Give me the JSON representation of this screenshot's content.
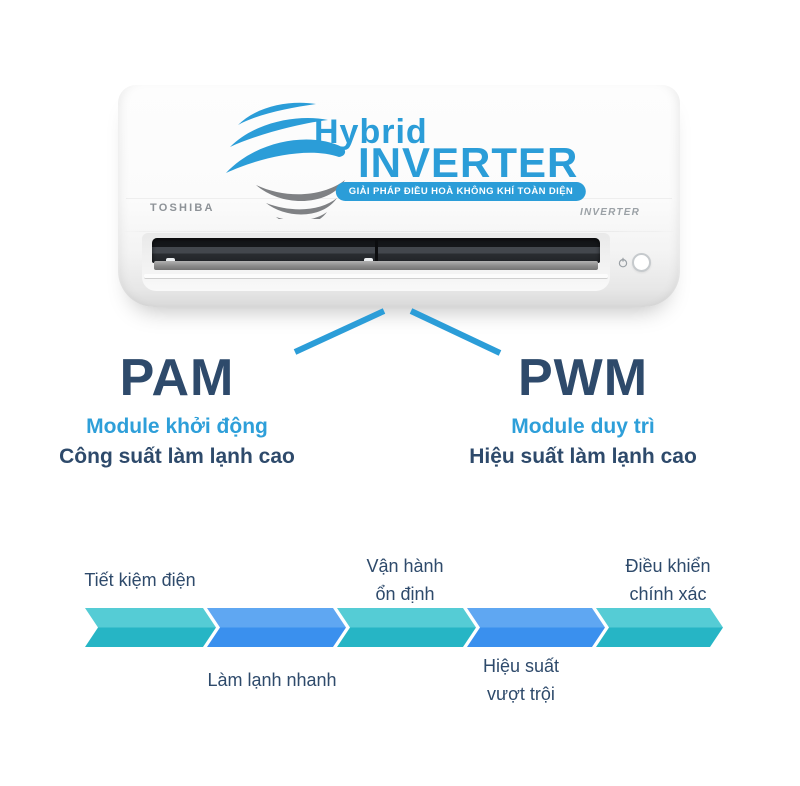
{
  "unit": {
    "brand": "TOSHIBA",
    "panel_label": "INVERTER",
    "logo": {
      "title": "Hybrid",
      "subtitle": "INVERTER",
      "tagline": "GIẢI PHÁP ĐIỀU HOÀ KHÔNG KHÍ TOÀN DIỆN"
    }
  },
  "modules": {
    "pam": {
      "title": "PAM",
      "subtitle": "Module khởi động",
      "description": "Công suất làm lạnh cao"
    },
    "pwm": {
      "title": "PWM",
      "subtitle": "Module duy trì",
      "description": "Hiệu suất làm lạnh cao"
    }
  },
  "benefits_bar": {
    "type": "process-arrow",
    "segments": [
      {
        "label": "Tiết kiệm điện",
        "label_position": "above",
        "color_top": "#55ccd5",
        "color_bottom": "#26b5c5"
      },
      {
        "label": "Làm lạnh nhanh",
        "label_position": "below",
        "color_top": "#5fa7f2",
        "color_bottom": "#3a90ee"
      },
      {
        "label": "Vận hành\nổn định",
        "label_position": "above",
        "color_top": "#55ccd5",
        "color_bottom": "#26b5c5"
      },
      {
        "label": "Hiệu suất\nvượt trội",
        "label_position": "below",
        "color_top": "#5fa7f2",
        "color_bottom": "#3a90ee"
      },
      {
        "label": "Điều khiển\nchính xác",
        "label_position": "above",
        "color_top": "#55ccd5",
        "color_bottom": "#26b5c5"
      }
    ]
  },
  "colors": {
    "accent_blue": "#2b9dd8",
    "navy": "#2e4a6b",
    "wave_gray": "#7f8184"
  }
}
